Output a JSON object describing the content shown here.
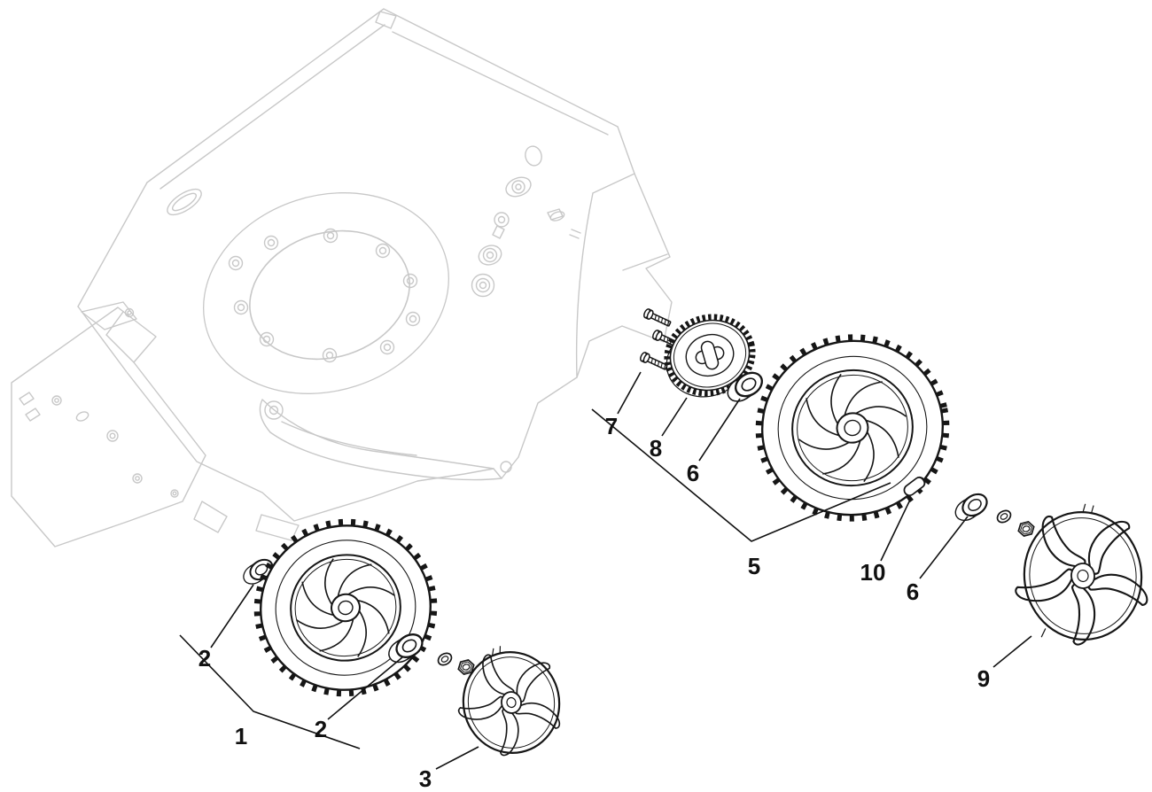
{
  "diagram": {
    "colors": {
      "background": "#ffffff",
      "deck_outline": "#c8c8c8",
      "part_line": "#161616",
      "label_text": "#111111"
    },
    "callouts": {
      "c1": "1",
      "c2a": "2",
      "c2b": "2",
      "c3": "3",
      "c5": "5",
      "c6a": "6",
      "c6b": "6",
      "c7": "7",
      "c8": "8",
      "c9": "9",
      "c10": "10"
    }
  }
}
